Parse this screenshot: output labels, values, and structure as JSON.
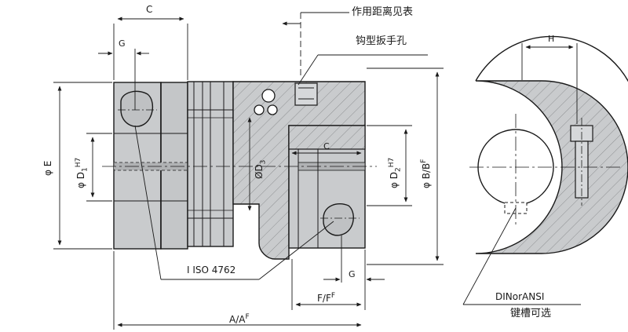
{
  "labels": {
    "c_top": "C",
    "g_top": "G",
    "spacing_table": "作用距离见表",
    "wrench_hole": "钩型扳手孔",
    "h": "H",
    "c_mid": "C",
    "phi_e": "φ E",
    "phi_d1": "φ D",
    "d1_sub": "1",
    "d1_tol": "H7",
    "phi_d3": "ØD",
    "d3_sub": "3",
    "phi_d2": "φ D",
    "d2_sub": "2",
    "d2_tol": "H7",
    "phi_b": "φ B/B",
    "b_sup": "F",
    "iso": "I ISO 4762",
    "g_bottom": "G",
    "f": "F/F",
    "f_sup": "F",
    "a": "A/A",
    "a_sup": "F",
    "din": "DINorANSI",
    "keyway": "键槽可选"
  },
  "colors": {
    "body": "#c9cbcd",
    "body_dark": "#b4b6b8",
    "line": "#1a1a1a",
    "hatch": "#8e9092"
  }
}
